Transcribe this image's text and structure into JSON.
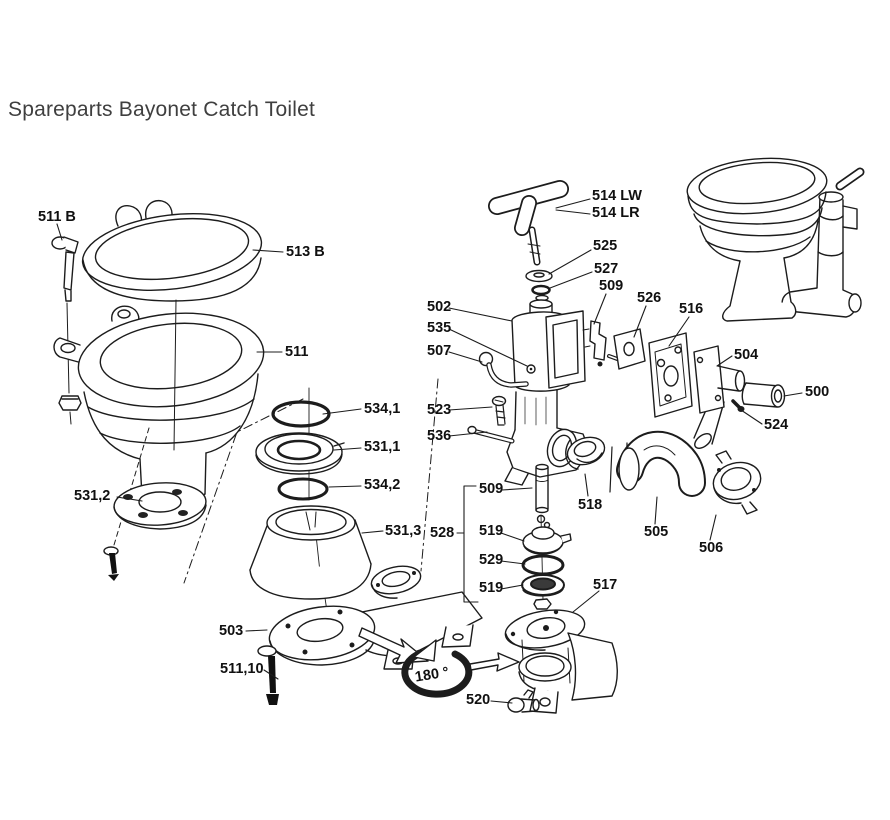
{
  "page": {
    "title": "Spareparts Bayonet Catch Toilet",
    "background_color": "#ffffff",
    "line_color": "#1c1c1c",
    "label_color": "#101010",
    "title_color": "#3f3f3f"
  },
  "diagram": {
    "labels": [
      {
        "text": "511 B"
      },
      {
        "text": "513 B"
      },
      {
        "text": "511"
      },
      {
        "text": "531,2"
      },
      {
        "text": "534,1"
      },
      {
        "text": "531,1"
      },
      {
        "text": "534,2"
      },
      {
        "text": "531,3"
      },
      {
        "text": "503"
      },
      {
        "text": "511,10"
      },
      {
        "text": "514 LW"
      },
      {
        "text": "514 LR"
      },
      {
        "text": "525"
      },
      {
        "text": "527"
      },
      {
        "text": "509"
      },
      {
        "text": "526"
      },
      {
        "text": "516"
      },
      {
        "text": "502"
      },
      {
        "text": "535"
      },
      {
        "text": "507"
      },
      {
        "text": "523"
      },
      {
        "text": "536"
      },
      {
        "text": "504"
      },
      {
        "text": "500"
      },
      {
        "text": "524"
      },
      {
        "text": "509"
      },
      {
        "text": "518"
      },
      {
        "text": "519"
      },
      {
        "text": "528"
      },
      {
        "text": "529"
      },
      {
        "text": "505"
      },
      {
        "text": "506"
      },
      {
        "text": "519"
      },
      {
        "text": "517"
      },
      {
        "text": "520"
      },
      {
        "text": "180 °"
      }
    ]
  }
}
